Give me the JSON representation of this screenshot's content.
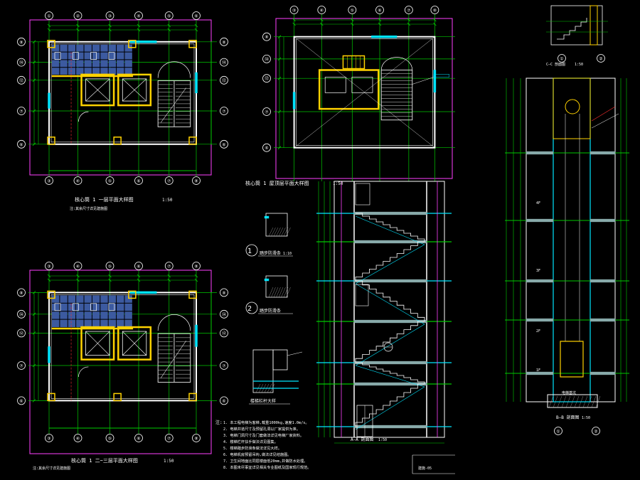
{
  "colors": {
    "background": "#000000",
    "grid_line": "#00c800",
    "dimension": "#00d000",
    "wall": "#ffffff",
    "column": "#ffd200",
    "window": "#00e5ff",
    "frame": "#ff40ff",
    "hatch": "#3c5aa0",
    "stair": "#d8d8d8",
    "accent_red": "#ff3030",
    "text": "#ffffff"
  },
  "plan_tl": {
    "title": "核心筒 1 一层平面大样图",
    "scale": "1:50",
    "note": "注:其余尺寸详见建施图",
    "axis_top": [
      "①",
      "②",
      "③",
      "④",
      "⑤",
      "⑥"
    ],
    "axis_bottom": [
      "③",
      "④",
      "⑤",
      "⑥",
      "⑦",
      "⑧"
    ],
    "axis_left": [
      "⑧",
      "⑭",
      "⑫",
      "⑦",
      "⑥"
    ],
    "axis_right": [
      "⑧",
      "⑭",
      "⑫",
      "⑦",
      "⑥"
    ]
  },
  "plan_tr": {
    "title": "核心筒 1 屋顶层平面大样图",
    "scale": "1:50",
    "axis_top": [
      "③",
      "④",
      "⑤",
      "⑥",
      "⑦",
      "⑧"
    ],
    "axis_left": [
      "⑧",
      "⑭",
      "⑫",
      "⑦",
      "⑥"
    ]
  },
  "plan_bl": {
    "title": "核心筒 1 二~三层平面大样图",
    "scale": "1:50",
    "note": "注:其余尺寸详见建施图",
    "axis_top": [
      "③",
      "④",
      "⑤",
      "⑥",
      "⑦",
      "⑧"
    ],
    "axis_bottom": [
      "③",
      "④",
      "⑤",
      "⑥",
      "⑦",
      "⑧"
    ],
    "axis_left": [
      "⑧",
      "⑭",
      "⑫",
      "⑦",
      "⑥"
    ],
    "axis_right": [
      "⑧",
      "⑭",
      "⑫",
      "⑦",
      "⑥"
    ]
  },
  "details": {
    "detail_1_num": "1",
    "detail_1_label": "踏步防滑条",
    "detail_2_num": "2",
    "detail_2_label": "踏步防滑条",
    "detail_3_label": "楼梯栏杆大样",
    "scale": "1:10"
  },
  "section_stair": {
    "title": "A—A 剖面图",
    "scale": "1:50"
  },
  "section_elevator": {
    "title": "B—B 剖面图",
    "scale": "1:50",
    "top_title": "C—C 剖面图",
    "top_scale": "1:50",
    "floor_labels": [
      "4F",
      "3F",
      "2F",
      "1F"
    ],
    "pit_label": "电梯基坑"
  },
  "notes": {
    "heading": "注:",
    "lines": [
      "1. 本工程电梯为客梯,载重1000kg,速度1.0m/s。",
      "2. 电梯井道尺寸及预留孔洞以厂家提供为准。",
      "3. 电梯门洞尺寸及门套做法详见电梯厂家资料。",
      "4. 楼梯栏杆扶手做法详见图集。",
      "5. 楼梯踏步防滑条做法详见大样。",
      "6. 电梯机房预留吊钩,做法详见结施图。",
      "7. 卫生间地面比同层楼面低20mm,并做防水处理。",
      "8. 本图未尽事宜详见相关专业图纸及国家现行规范。"
    ]
  },
  "sheet_no": "建施-05"
}
